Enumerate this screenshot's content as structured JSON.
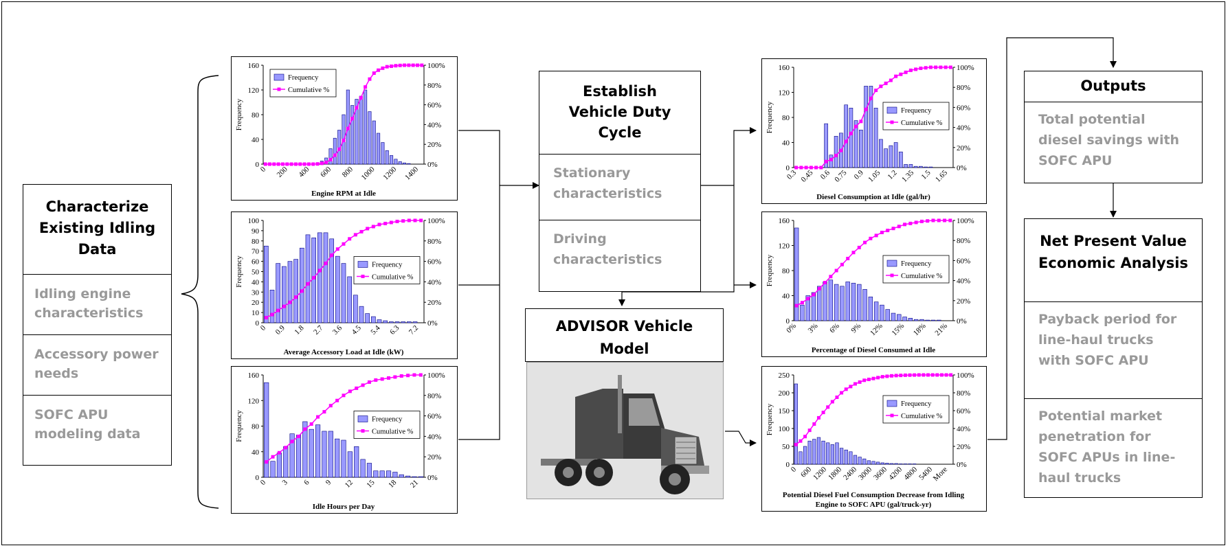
{
  "left_box": {
    "title": "Characterize Existing Idling Data",
    "items": [
      "Idling engine characteristics",
      "Accessory power needs",
      "SOFC APU modeling data"
    ]
  },
  "duty_box": {
    "title": "Establish Vehicle Duty Cycle",
    "items": [
      "Stationary characteristics",
      "Driving characteristics"
    ]
  },
  "advisor_box": {
    "title": "ADVISOR Vehicle Model"
  },
  "outputs_box": {
    "title": "Outputs",
    "items": [
      "Total potential diesel savings with  SOFC APU"
    ]
  },
  "npv_box": {
    "title": "Net Present Value Economic Analysis",
    "items": [
      "Payback period for line-haul trucks with SOFC APU",
      "Potential market penetration for SOFC APUs in line-haul trucks"
    ]
  },
  "colors": {
    "bar": "#9999ff",
    "bar_stroke": "#000080",
    "cum": "#ff00ff",
    "subtext": "#999999"
  },
  "chart_data": [
    {
      "type": "bar",
      "xlabel": "Engine RPM at Idle",
      "ylabel": "Frequency",
      "ylim": [
        0,
        160
      ],
      "yticks": [
        0,
        40,
        80,
        120,
        160
      ],
      "y2ticks": [
        "0%",
        "20%",
        "40%",
        "60%",
        "80%",
        "100%"
      ],
      "xticks": [
        "0",
        "200",
        "400",
        "600",
        "800",
        "1000",
        "1200",
        "1400"
      ],
      "legend": [
        "Frequency",
        "Cumulative %"
      ],
      "legend_pos": "top-left",
      "values": [
        0,
        0,
        0,
        0,
        0,
        0,
        0,
        0,
        0,
        0,
        0,
        0,
        2,
        5,
        10,
        25,
        42,
        55,
        80,
        120,
        95,
        105,
        110,
        120,
        85,
        70,
        50,
        35,
        22,
        14,
        8,
        4,
        2,
        1,
        0,
        0,
        0
      ],
      "cumulative": [
        0,
        0,
        0,
        0,
        0,
        0,
        0,
        0,
        0,
        0,
        0,
        0,
        0.2,
        0.8,
        1.8,
        4.5,
        9,
        15,
        24,
        36,
        46,
        57,
        67,
        78,
        86,
        92,
        95,
        97,
        98.5,
        99,
        99.5,
        99.8,
        100,
        100,
        100,
        100,
        100
      ]
    },
    {
      "type": "bar",
      "xlabel": "Average Accessory Load at Idle (kW)",
      "ylabel": "Frequency",
      "ylim": [
        0,
        100
      ],
      "yticks": [
        0,
        10,
        20,
        30,
        40,
        50,
        60,
        70,
        80,
        90,
        100
      ],
      "y2ticks": [
        "0%",
        "20%",
        "40%",
        "60%",
        "80%",
        "100%"
      ],
      "xticks": [
        "0",
        "0.9",
        "1.8",
        "2.7",
        "3.6",
        "4.5",
        "5.4",
        "6.3",
        "7.2"
      ],
      "legend": [
        "Frequency",
        "Cumulative %"
      ],
      "legend_pos": "center-right",
      "values": [
        75,
        32,
        58,
        55,
        60,
        62,
        73,
        86,
        83,
        88,
        88,
        82,
        65,
        58,
        45,
        27,
        16,
        9,
        6,
        3,
        2,
        1,
        1,
        1,
        1,
        1,
        0
      ],
      "cumulative": [
        5,
        8,
        12,
        16,
        20,
        25,
        31,
        38,
        44,
        51,
        58,
        66,
        72,
        77,
        82,
        86,
        89,
        92,
        94,
        96,
        97,
        98,
        99,
        99.5,
        100,
        100,
        100
      ]
    },
    {
      "type": "bar",
      "xlabel": "Idle Hours per Day",
      "ylabel": "Frequency",
      "ylim": [
        0,
        160
      ],
      "yticks": [
        0,
        40,
        80,
        120,
        160
      ],
      "y2ticks": [
        "0%",
        "20%",
        "40%",
        "60%",
        "80%",
        "100%"
      ],
      "xticks": [
        "0",
        "3",
        "6",
        "9",
        "12",
        "15",
        "18",
        "21"
      ],
      "legend": [
        "Frequency",
        "Cumulative %"
      ],
      "legend_pos": "center-right",
      "values": [
        148,
        25,
        38,
        48,
        68,
        66,
        87,
        75,
        82,
        72,
        72,
        60,
        58,
        40,
        48,
        28,
        22,
        10,
        10,
        10,
        8,
        4,
        2,
        1,
        1
      ],
      "cumulative": [
        15,
        20,
        24,
        29,
        35,
        40,
        47,
        52,
        59,
        64,
        70,
        75,
        80,
        84,
        87,
        90,
        93,
        95,
        96,
        97,
        98,
        99,
        99.5,
        100,
        100
      ]
    },
    {
      "type": "bar",
      "xlabel": "Diesel Consumption at Idle (gal/hr)",
      "ylabel": "Frequency",
      "ylim": [
        0,
        160
      ],
      "yticks": [
        0,
        40,
        80,
        120,
        160
      ],
      "y2ticks": [
        "0%",
        "20%",
        "40%",
        "60%",
        "80%",
        "100%"
      ],
      "xticks": [
        "0.3",
        "0.45",
        "0.6",
        "0.75",
        "0.9",
        "1.05",
        "1.2",
        "1.35",
        "1.5",
        "1.65"
      ],
      "legend": [
        "Frequency",
        "Cumulative %"
      ],
      "legend_pos": "center-right",
      "values": [
        0,
        0,
        0,
        0,
        0,
        0,
        70,
        20,
        50,
        55,
        100,
        95,
        75,
        60,
        130,
        130,
        95,
        45,
        30,
        35,
        40,
        25,
        5,
        5,
        2,
        2,
        1,
        1,
        0,
        0,
        0,
        0
      ],
      "cumulative": [
        0,
        0,
        0,
        0,
        0,
        0,
        6,
        8,
        12,
        17,
        26,
        34,
        41,
        46,
        58,
        69,
        77,
        81,
        84,
        87,
        91,
        93,
        95,
        97,
        98,
        99,
        99.5,
        100,
        100,
        100,
        100,
        100
      ]
    },
    {
      "type": "bar",
      "xlabel": "Percentage of Diesel Consumed at Idle",
      "ylabel": "Frequency",
      "ylim": [
        0,
        160
      ],
      "yticks": [
        0,
        40,
        80,
        120,
        160
      ],
      "y2ticks": [
        "0%",
        "20%",
        "40%",
        "60%",
        "80%",
        "100%"
      ],
      "xticks": [
        "0%",
        "3%",
        "6%",
        "9%",
        "12%",
        "15%",
        "18%",
        "21%"
      ],
      "legend": [
        "Frequency",
        "Cumulative %"
      ],
      "legend_pos": "center-right",
      "values": [
        148,
        25,
        40,
        45,
        55,
        62,
        65,
        58,
        55,
        62,
        60,
        58,
        50,
        38,
        30,
        25,
        18,
        12,
        10,
        6,
        4,
        2,
        2,
        1,
        1,
        1,
        0,
        0
      ],
      "cumulative": [
        15,
        18,
        22,
        26,
        32,
        38,
        44,
        50,
        56,
        62,
        68,
        73,
        78,
        82,
        85,
        88,
        90,
        92,
        94,
        96,
        97,
        98,
        99,
        99.5,
        100,
        100,
        100,
        100
      ]
    },
    {
      "type": "bar",
      "xlabel": "Potential Diesel Fuel Consumption Decrease from Idling Engine to SOFC APU (gal/truck-yr)",
      "ylabel": "Frequency",
      "ylim": [
        0,
        250
      ],
      "yticks": [
        0,
        50,
        100,
        150,
        200,
        250
      ],
      "y2ticks": [
        "0%",
        "20%",
        "40%",
        "60%",
        "80%",
        "100%"
      ],
      "xticks": [
        "0",
        "600",
        "1200",
        "1800",
        "2400",
        "3000",
        "3600",
        "4200",
        "4800",
        "5400",
        "More"
      ],
      "legend": [
        "Frequency",
        "Cumulative %"
      ],
      "legend_pos": "top-right",
      "values": [
        225,
        35,
        50,
        65,
        70,
        75,
        65,
        60,
        55,
        60,
        45,
        40,
        35,
        25,
        20,
        15,
        10,
        8,
        6,
        4,
        3,
        2,
        2,
        1,
        1,
        1,
        1,
        0,
        0,
        0,
        0,
        0,
        0,
        0,
        0
      ],
      "cumulative": [
        22,
        26,
        31,
        38,
        45,
        52,
        58,
        64,
        70,
        75,
        80,
        84,
        87,
        90,
        92,
        94,
        95,
        96,
        97,
        98,
        98.5,
        99,
        99.3,
        99.5,
        99.7,
        99.8,
        99.9,
        100,
        100,
        100,
        100,
        100,
        100,
        100,
        100
      ]
    }
  ]
}
